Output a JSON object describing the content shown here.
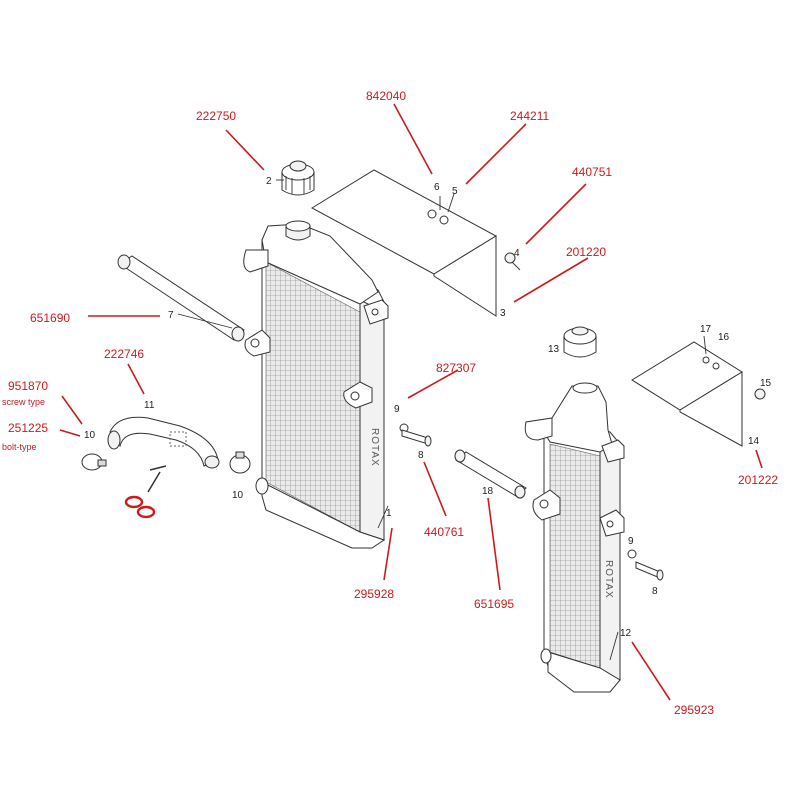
{
  "parts": {
    "p222750": "222750",
    "p842040": "842040",
    "p244211": "244211",
    "p440751": "440751",
    "p201220": "201220",
    "p651690": "651690",
    "p222746": "222746",
    "p951870": "951870",
    "p951870_note": "screw type",
    "p251225": "251225",
    "p251225_note": "bolt-type",
    "p827307": "827307",
    "p440761": "440761",
    "p295928": "295928",
    "p651695": "651695",
    "p201222": "201222",
    "p295923": "295923"
  },
  "refs": {
    "r1": "1",
    "r2": "2",
    "r3": "3",
    "r4": "4",
    "r5": "5",
    "r6": "6",
    "r7": "7",
    "r8a": "8",
    "r8b": "8",
    "r9a": "9",
    "r9b": "9",
    "r10a": "10",
    "r10b": "10",
    "r11": "11",
    "r12": "12",
    "r13": "13",
    "r14": "14",
    "r15": "15",
    "r16": "16",
    "r17": "17",
    "r18": "18"
  },
  "brand": {
    "left": "ROTAX",
    "right": "ROTAX"
  },
  "colors": {
    "callout": "#d0191b",
    "outline": "#333333"
  }
}
